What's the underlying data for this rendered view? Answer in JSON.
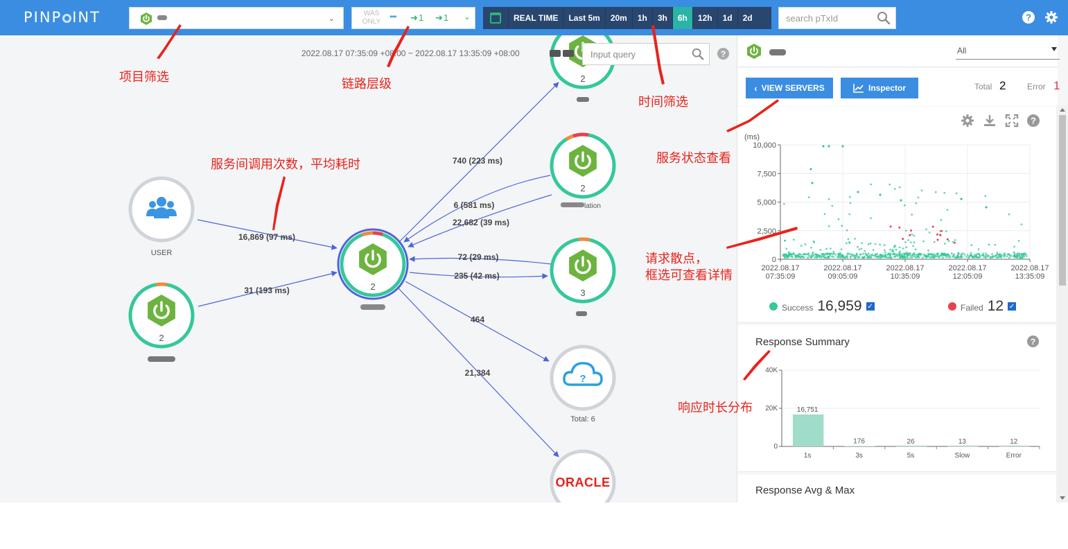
{
  "header": {
    "logo_left": "PINP",
    "logo_right": "INT",
    "was_only_label": "WAS ONLY",
    "inbound_count": "1",
    "outbound_count": "1",
    "time_buttons": [
      {
        "label": "REAL TIME",
        "active": false
      },
      {
        "label": "Last 5m",
        "active": false
      },
      {
        "label": "20m",
        "active": false
      },
      {
        "label": "1h",
        "active": false
      },
      {
        "label": "3h",
        "active": false
      },
      {
        "label": "6h",
        "active": true
      },
      {
        "label": "12h",
        "active": false
      },
      {
        "label": "1d",
        "active": false
      },
      {
        "label": "2d",
        "active": false
      }
    ],
    "search_placeholder": "search pTxId",
    "colors": {
      "bar": "#3a8de1",
      "time_bar": "#28466e",
      "active": "#2bb3a5"
    }
  },
  "map": {
    "range_text": "2022.08.17 07:35:09 +08:00 ~ 2022.08.17 13:35:09 +08:00",
    "query_placeholder": "Input query",
    "nodes": {
      "user_label": "USER",
      "left_app_count": "2",
      "center_count": "2",
      "top_count": "2",
      "mid1_count": "2",
      "mid1_label_suffix": "lation",
      "mid2_count": "3",
      "unknown_label": "Total: 6",
      "oracle_label": "ORACLE"
    },
    "edges": {
      "user_center": "16,869 (97 ms)",
      "left_center": "31 (193 ms)",
      "center_top": "740 (223 ms)",
      "mid1_center_a": "6 (581 ms)",
      "mid1_center_b": "22,682 (39 ms)",
      "mid2_center": "72 (29 ms)",
      "center_mid2": "235 (42 ms)",
      "center_unknown": "464",
      "center_oracle": "21,384"
    }
  },
  "panel": {
    "filter_value": "All",
    "view_servers_label": "VIEW SERVERS",
    "inspector_label": "Inspector",
    "total_label": "Total",
    "total_value": "2",
    "error_label": "Error",
    "error_value": "1",
    "scatter": {
      "y_unit": "(ms)",
      "y_ticks": [
        "10,000",
        "7,500",
        "5,000",
        "2,500",
        "0"
      ],
      "x_ticks": [
        {
          "date": "2022.08.17",
          "time": "07:35:09"
        },
        {
          "date": "2022.08.17",
          "time": "09:05:09"
        },
        {
          "date": "2022.08.17",
          "time": "10:35:09"
        },
        {
          "date": "2022.08.17",
          "time": "12:05:09"
        },
        {
          "date": "2022.08.17",
          "time": "13:35:09"
        }
      ],
      "success_label": "Success",
      "success_value": "16,959",
      "failed_label": "Failed",
      "failed_value": "12",
      "success_color": "#34c89a",
      "failed_color": "#e8414e"
    },
    "summary_title": "Response Summary",
    "avg_title": "Response Avg & Max"
  },
  "chart_data": {
    "type": "bar",
    "categories": [
      "1s",
      "3s",
      "5s",
      "Slow",
      "Error"
    ],
    "values": [
      16751,
      176,
      26,
      13,
      12
    ],
    "data_labels": [
      "16,751",
      "176",
      "26",
      "13",
      "12"
    ],
    "y_ticks": [
      "40K",
      "20K",
      "0"
    ],
    "ylim": [
      0,
      40000
    ],
    "bar_color": "#9fdcc9"
  },
  "annotations": {
    "project_filter": "项目筛选",
    "link_level": "链路层级",
    "time_filter": "时间筛选",
    "service_calls": "服务间调用次数，平均耗时",
    "service_status": "服务状态查看",
    "scatter_line1": "请求散点，",
    "scatter_line2": "框选可查看详情",
    "response_dist": "响应时长分布"
  }
}
